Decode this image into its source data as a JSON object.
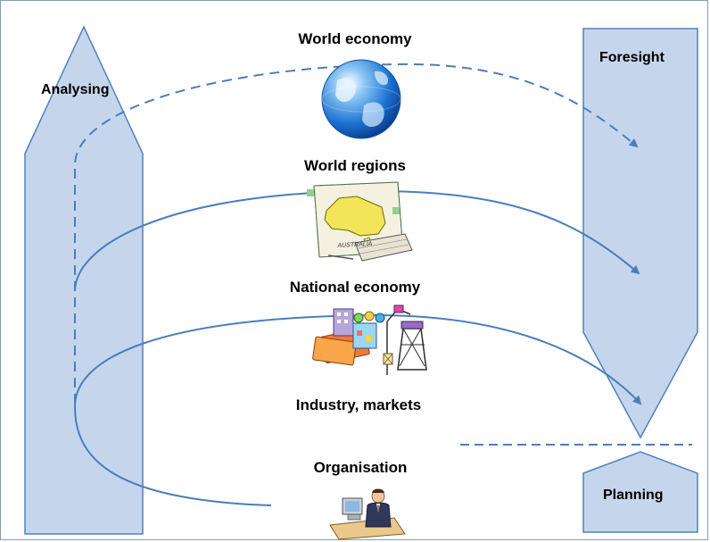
{
  "labels": {
    "analysing": "Analysing",
    "foresight": "Foresight",
    "planning": "Planning",
    "world_economy": "World economy",
    "world_regions": "World regions",
    "map_text": "AUSTRALIA",
    "national_economy": "National economy",
    "industry_markets": "Industry, markets",
    "organisation": "Organisation"
  },
  "colors": {
    "arrow_fill": "#c5d6ec",
    "arrow_stroke": "#4f81bd",
    "flow_line": "#4a7ebb"
  },
  "icons": {
    "globe": "globe-icon",
    "map": "australia-map-icon",
    "industry": "industry-clipart-icon",
    "person": "office-worker-icon"
  }
}
